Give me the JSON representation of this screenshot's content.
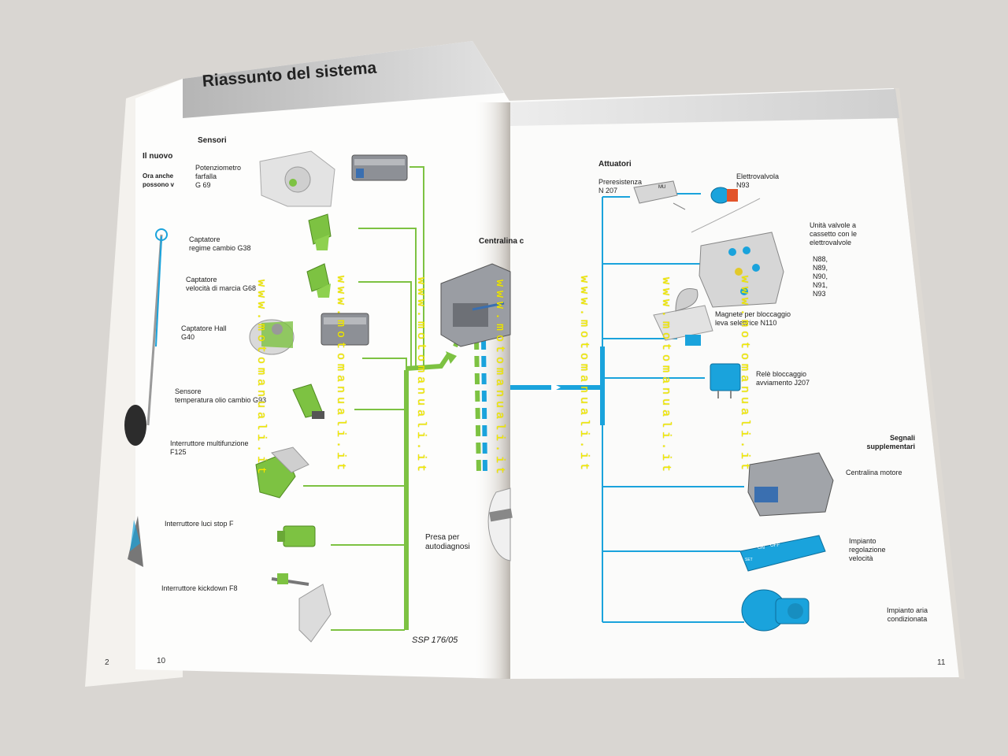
{
  "left_page": {
    "title": "Riassunto del sistema",
    "page_number": "10",
    "sensors_heading": "Sensori",
    "sensors": [
      "Potenziometro\nfarfalla\nG 69",
      "Captatore\nregime cambio G38",
      "Captatore\nvelocità di marcia G68",
      "Captatore Hall\nG40",
      "Sensore\ntemperatura olio cambio G93",
      "Interruttore multifunzione\nF125",
      "Interruttore luci stop F",
      "Interruttore kickdown F8"
    ],
    "ecu_label": "Centralina c",
    "diag_label": "Presa per\nautodiagnosi",
    "figure_ref": "SSP 176/05"
  },
  "under_page": {
    "page_number": "2",
    "heading": "Il nuovo",
    "line1": "Ora anche",
    "line2": "possono v"
  },
  "right_page": {
    "page_number": "11",
    "actuators_heading": "Attuatori",
    "actuators": [
      "Preresistenza\nN 207",
      "Elettrovalvola\nN93",
      "Unità valvole a\ncassetto con le\nelettrovalvole",
      "N88,\nN89,\nN90,\nN91,\nN93",
      "Magnete per bloccaggio\nleva selettrice N110",
      "Relè bloccaggio\navviamento J207"
    ],
    "signals_heading": "Segnali\nsupplementari",
    "signals": [
      "Centralina motore",
      "Impianto\nregolazione\nvelocità",
      "Impianto aria\ncondizionata"
    ],
    "switch_on": "ON",
    "switch_off": "OFF",
    "switch_set": "SET",
    "resistor_mark": "MU"
  },
  "watermark": "www.motomanuali.it",
  "colors": {
    "sensor_green": "#7dc242",
    "actuator_blue": "#1aa3dc",
    "header_gray": "#c9c9c9",
    "watermark_yellow": "#f2ea00"
  },
  "icons": [
    "throttle-potentiometer-icon",
    "speed-sender-icon",
    "hall-sender-icon",
    "temperature-sensor-icon",
    "multifunction-switch-icon",
    "brake-switch-icon",
    "kickdown-switch-icon",
    "control-unit-icon",
    "solenoid-valve-icon",
    "valve-body-icon",
    "selector-lever-icon",
    "relay-icon",
    "cruise-switch-icon",
    "ac-compressor-icon"
  ]
}
